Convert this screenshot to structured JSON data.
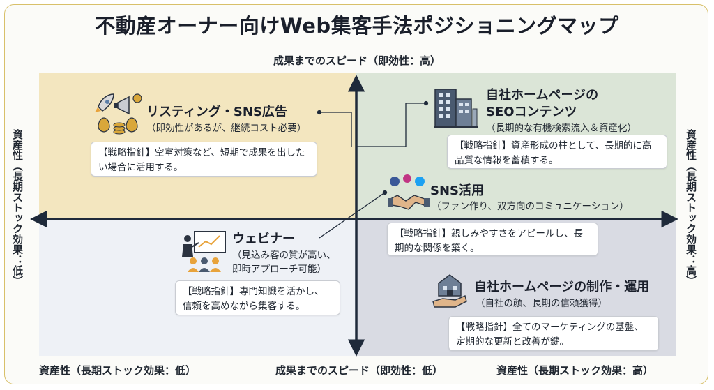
{
  "title": "不動産オーナー向けWeb集客手法ポジショニングマップ",
  "axes": {
    "top": "成果までのスピード（即効性：高）",
    "bottom": "成果までのスピード（即効性：低）",
    "bottom_left": "資産性（長期ストック効果：低）",
    "bottom_right": "資産性（長期ストック効果：高）",
    "left": "資産性（長期ストック効果：低）",
    "right": "資産性（長期ストック効果：高）"
  },
  "items": {
    "listing": {
      "title": "リスティング・SNS広告",
      "sub": "（即効性があるが、継続コスト必要）",
      "strategy": "【戦略指針】空室対策など、短期で成果を出したい場合に活用する。",
      "icon": "rocket-megaphone-money-icon"
    },
    "seo": {
      "title_line1": "自社ホームページの",
      "title_line2": "SEOコンテンツ",
      "sub": "（長期的な有機検索流入＆資産化）",
      "strategy": "【戦略指針】資産形成の柱として、長期的に高品質な情報を蓄積する。",
      "icon": "office-buildings-icon"
    },
    "sns": {
      "title": "SNS活用",
      "sub": "（ファン作り、双方向のコミュニケーション）",
      "strategy": "【戦略指針】親しみやすさをアピールし、長期的な関係を築く。",
      "icon": "handshake-social-icon"
    },
    "webinar": {
      "title": "ウェビナー",
      "sub_line1": "（見込み客の質が高い、",
      "sub_line2": "即時アプローチ可能）",
      "strategy": "【戦略指針】専門知識を活かし、信頼を高めながら集客する。",
      "icon": "presentation-audience-icon"
    },
    "homepage": {
      "title": "自社ホームページの制作・運用",
      "sub": "（自社の顔、長期の信頼獲得）",
      "strategy": "【戦略指針】全てのマーケティングの基盤、定期的な更新と改善が鍵。",
      "icon": "house-in-hand-icon"
    }
  },
  "colors": {
    "quadrant_top_left": "#f3e6bf",
    "quadrant_top_right": "#dbe5d7",
    "quadrant_bottom_left": "#eef1f6",
    "quadrant_bottom_right": "#d9dbe3",
    "axis": "#1f2a3a",
    "frame": "#d8c06a"
  }
}
